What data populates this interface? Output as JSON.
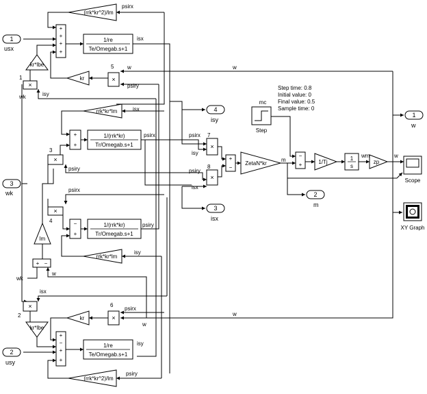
{
  "ports": {
    "in_usx_num": "1",
    "in_usx_name": "usx",
    "in_wk_num": "3",
    "in_wk_name": "wk",
    "in_usy_num": "2",
    "in_usy_name": "usy",
    "out_w_num": "1",
    "out_w_name": "w",
    "out_isy_num": "4",
    "out_isy_name": "isy",
    "out_m_num": "2",
    "out_m_name": "m",
    "out_isx_num": "3",
    "out_isx_name": "isx"
  },
  "blocks": {
    "gain_top": "(rrk*kr^2)/lm",
    "gain_bottom": "(rrk*kr^2)/lm",
    "gain_krlbe_top": "kr*lbe",
    "gain_krlbe_bottom": "kr*lbe",
    "gain_kr_top": "kr",
    "gain_kr_bottom": "kr",
    "gain_rrk_top": "rrk*kr*lm",
    "gain_rrk_bottom": "rrk*kr*lm",
    "gain_lm": "lm",
    "gain_zeta": "ZetaN*kr",
    "gain_tj": "1/Tj",
    "gain_zp": "zp",
    "tf_isx_num": "1/re",
    "tf_isx_den": "Te/Omegab.s+1",
    "tf_isy_num": "1/re",
    "tf_isy_den": "Te/Omegab.s+1",
    "tf_psirx_num": "1/(rrk*kr)",
    "tf_psirx_den": "Tr/Omegab.s+1",
    "tf_psiry_num": "1/(rrk*kr)",
    "tf_psiry_den": "Tr/Omegab.s+1",
    "integrator_num": "1",
    "integrator_den": "s",
    "step_caption": "Step",
    "scope_caption": "Scope",
    "xy_caption": "XY Graph",
    "mult_sign": "×",
    "mc_label": "mc",
    "num_1": "1",
    "num_2": "2",
    "num_3": "3",
    "num_4": "4",
    "num_5": "5",
    "num_6": "6",
    "num_7": "7",
    "num_8": "8"
  },
  "step_params": {
    "step_time": "Step time: 0.8",
    "initial_value": "Initial value: 0",
    "final_value": "Final value: 0.5",
    "sample_time": "Sample time: 0"
  },
  "signals": {
    "psirx": "psirx",
    "psiry": "psiry",
    "isx": "isx",
    "isy": "isy",
    "w": "w",
    "wk": "wk",
    "wm": "wm",
    "m": "m"
  }
}
